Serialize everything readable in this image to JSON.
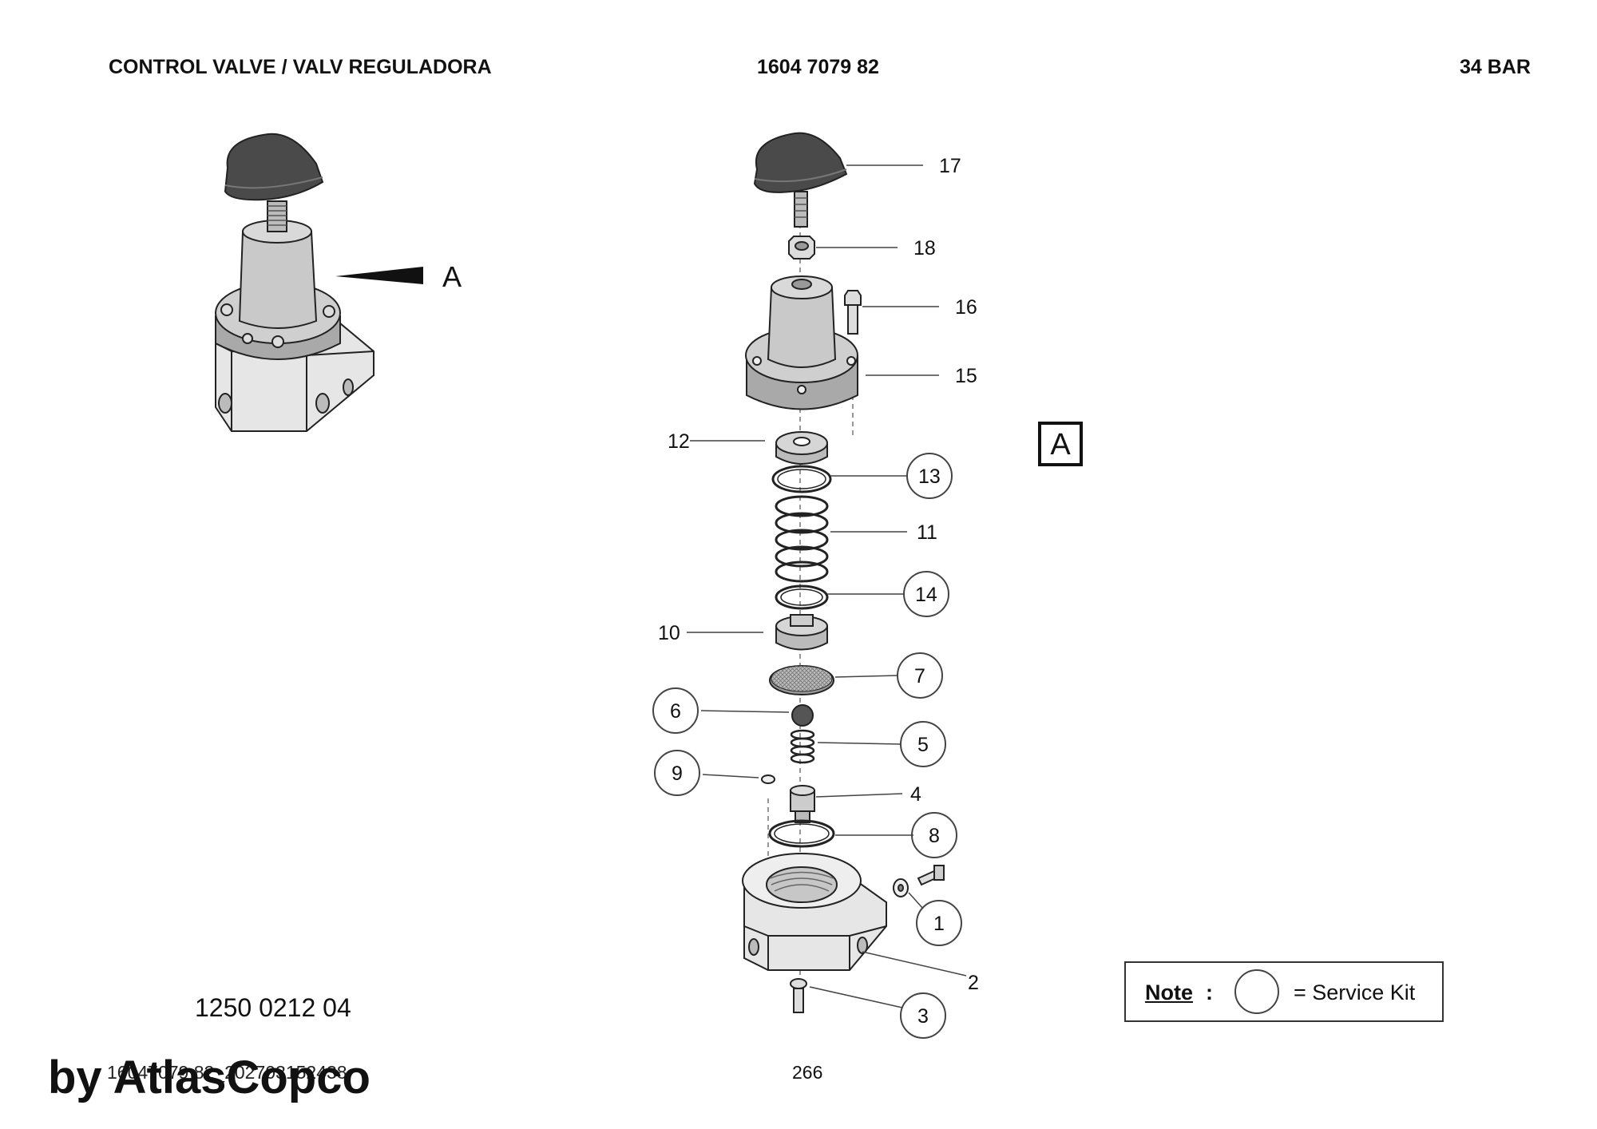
{
  "header": {
    "title": "CONTROL VALVE / VALV REGULADORA",
    "part_number": "1604 7079 82",
    "pressure": "34 BAR"
  },
  "view_label": "A",
  "view_box_label": "A",
  "assembly_number": "1250 0212 04",
  "footer": {
    "doc_id": "16047079 82_202703152438",
    "page": "266",
    "watermark": "by AtlasCopco"
  },
  "note": {
    "label": "Note",
    "colon": ":",
    "text": "= Service Kit"
  },
  "callouts": [
    {
      "id": "17",
      "service_kit": false
    },
    {
      "id": "18",
      "service_kit": false
    },
    {
      "id": "16",
      "service_kit": false
    },
    {
      "id": "15",
      "service_kit": false
    },
    {
      "id": "12",
      "service_kit": false
    },
    {
      "id": "13",
      "service_kit": true
    },
    {
      "id": "11",
      "service_kit": false
    },
    {
      "id": "14",
      "service_kit": true
    },
    {
      "id": "10",
      "service_kit": false
    },
    {
      "id": "7",
      "service_kit": true
    },
    {
      "id": "6",
      "service_kit": true
    },
    {
      "id": "5",
      "service_kit": true
    },
    {
      "id": "9",
      "service_kit": true
    },
    {
      "id": "4",
      "service_kit": false
    },
    {
      "id": "8",
      "service_kit": true
    },
    {
      "id": "1",
      "service_kit": true
    },
    {
      "id": "2",
      "service_kit": false
    },
    {
      "id": "3",
      "service_kit": true
    }
  ],
  "colors": {
    "ink": "#111111",
    "knob": "#4a4a4a",
    "body_grey": "#c9c9c9",
    "flange_grey": "#a9a9a9",
    "base_light": "#e6e6e6"
  }
}
